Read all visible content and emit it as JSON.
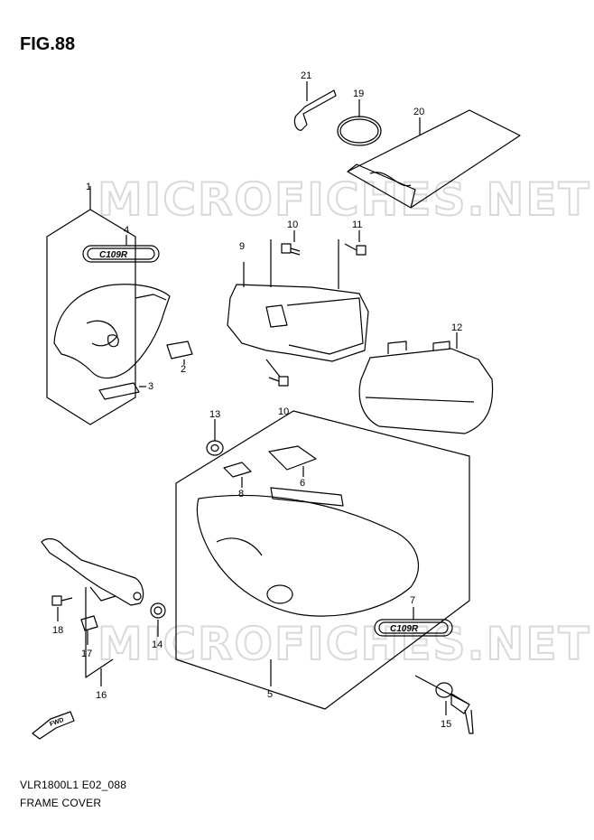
{
  "header": {
    "figure_label": "FIG.88"
  },
  "footer": {
    "model_code": "VLR1800L1 E02_088",
    "section_name": "FRAME COVER"
  },
  "watermark": {
    "text": "MICROFICHES.NET"
  },
  "emblem": {
    "text": "C109R"
  },
  "fwd_arrow": {
    "text": "FWD"
  },
  "callouts": [
    "1",
    "2",
    "3",
    "4",
    "5",
    "6",
    "7",
    "8",
    "9",
    "10",
    "10",
    "11",
    "12",
    "13",
    "14",
    "15",
    "16",
    "17",
    "18",
    "19",
    "20",
    "21"
  ],
  "colors": {
    "line": "#000000",
    "watermark": "#d9d9d9",
    "background": "#ffffff"
  }
}
